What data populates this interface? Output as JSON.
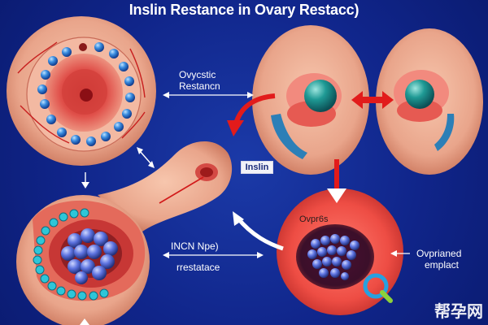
{
  "title": "Inslin Restance in Ovary Restacc)",
  "labels": {
    "top_center_line1": "Ovycstic",
    "top_center_line2": "Restancn",
    "box_label": "Inslin",
    "middle_line1": "INCN Npe)",
    "middle_line2": "rrestatace",
    "bottom_right_inner": "Ovpr6s",
    "right_line1": "Ovprianed",
    "right_line2": "emplact"
  },
  "watermark": {
    "text": "帮孕网"
  },
  "colors": {
    "background": "#10258a",
    "arrow_red": "#e21b1b",
    "arrow_white": "#ffffff",
    "cell_tan": "#e9a78c",
    "teal_nucleus": "#1f8c8c",
    "blue_cells": "#2e62c9"
  }
}
